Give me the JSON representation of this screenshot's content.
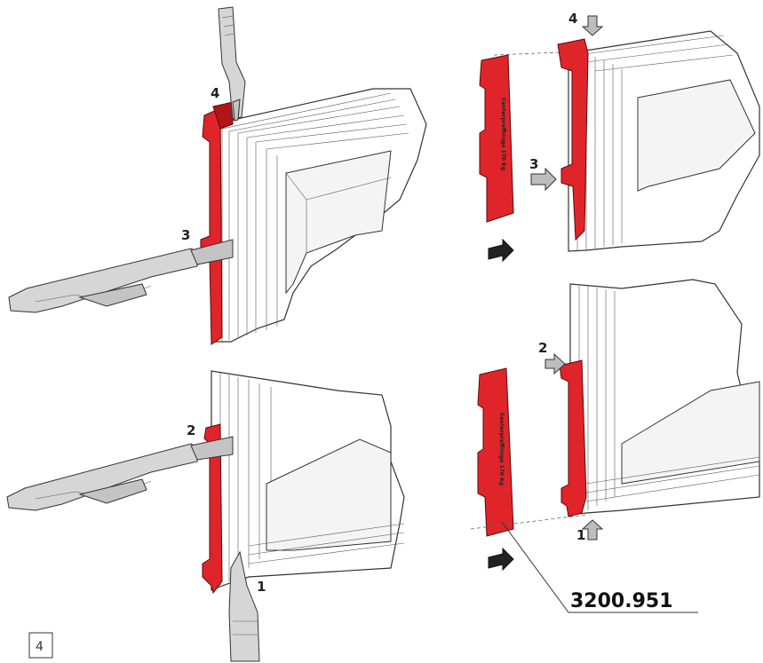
{
  "steps": {
    "tl_4": "4",
    "tl_3": "3",
    "bl_2": "2",
    "bl_1": "1",
    "tr_4": "4",
    "tr_3": "3",
    "br_2": "2",
    "br_1": "1"
  },
  "plate_text": "Centerpreffringe 170 Kg",
  "part_number": "3200.951",
  "figure_number": "4",
  "colors": {
    "plate": "#e0252a",
    "frame_outline": "#333333",
    "tool_gray": "#d6d6d6"
  }
}
